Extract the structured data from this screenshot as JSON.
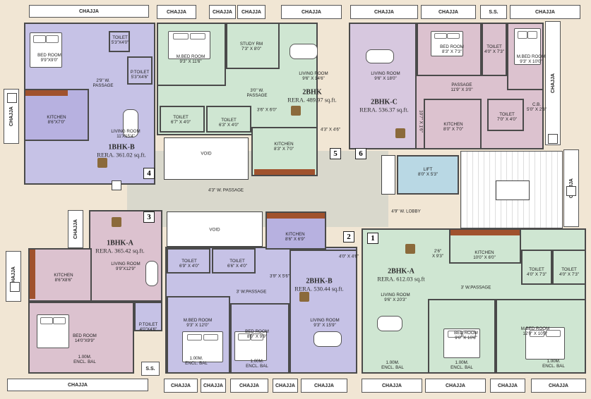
{
  "colors": {
    "background": "#f1e6d4",
    "lavender": "#c6c2e6",
    "green": "#cfe6d2",
    "pink": "#dcc2cf",
    "marble": "#d9d8cc",
    "lift": "#b9d8e4",
    "kitchen": "#b7b1e0"
  },
  "chajja": "CHAJJA",
  "ss": "S.S.",
  "void": "VOID",
  "passage_main": "4'3\" W. PASSAGE",
  "lobby": "4'9\" W. LOBBY",
  "lift": {
    "name": "LIFT",
    "dim": "8'0\" X 5'3\""
  },
  "units": {
    "u1": {
      "num": "1",
      "name": "2BHK-A",
      "rera": "RERA. 612.03 sq.ft"
    },
    "u2": {
      "num": "2",
      "name": "2BHK-B",
      "rera": "RERA. 530.44 sq.ft."
    },
    "u3": {
      "num": "3",
      "name": "1BHK-A",
      "rera": "RERA. 365.42 sq.ft."
    },
    "u4": {
      "num": "4",
      "name": "1BHK-B",
      "rera": "RERA. 361.02 sq.ft."
    },
    "u5": {
      "num": "5",
      "name": "2BHK",
      "rera": "RERA. 489.97 sq.ft."
    },
    "u6": {
      "num": "6",
      "name": "2BHK-C",
      "rera": "RERA. 536.37 sq.ft."
    }
  },
  "rooms": {
    "r4_bed": {
      "name": "BED ROOM",
      "dim": "9'9\"X9'0\""
    },
    "r4_toilet": {
      "name": "TOILET",
      "dim": "5'3\"X4'0\""
    },
    "r4_ptoilet": {
      "name": "P.TOILET",
      "dim": "5'3\"X4'6\""
    },
    "r4_pass": {
      "name": "2'9\" W.",
      "dim": "PASSAGE"
    },
    "r4_kitchen": {
      "name": "KITCHEN",
      "dim": "8'6\"X7'0\""
    },
    "r4_living": {
      "name": "LIVING ROOM",
      "dim": "11'X15'4\""
    },
    "r5_mbed": {
      "name": "M.BED ROOM",
      "dim": "9'3\" X 11'6\""
    },
    "r5_study": {
      "name": "STUDY RM",
      "dim": "7'3\" X 8'0\""
    },
    "r5_living": {
      "name": "LIVING ROOM",
      "dim": "9'6\" X 14'6\""
    },
    "r5_pass": {
      "name": "3'0\" W.",
      "dim": "PASSAGE"
    },
    "r5_pass2": {
      "name": "3'6\" X 6'0\"",
      "dim": ""
    },
    "r5_toilet1": {
      "name": "TOILET",
      "dim": "6'7\" X 4'0\""
    },
    "r5_toilet2": {
      "name": "TOILET",
      "dim": "6'3\" X 4'0\""
    },
    "r5_pass3": {
      "name": "4'3\" X 4'6\"",
      "dim": ""
    },
    "r5_kitchen": {
      "name": "KITCHEN",
      "dim": "8'3\" X 7'0\""
    },
    "r6_living": {
      "name": "LIVING ROOM",
      "dim": "9'6\" X 18'0\""
    },
    "r6_bed": {
      "name": "BED ROOM",
      "dim": "8'3\" X 7'3\""
    },
    "r6_toilet": {
      "name": "TOILET",
      "dim": "4'0\" X 7'3\""
    },
    "r6_mbed": {
      "name": "M.BED ROOM",
      "dim": "9'3\" X 10'0\""
    },
    "r6_pass": {
      "name": "PASSAGE",
      "dim": "11'9\" X 3'0\""
    },
    "r6_kitchen": {
      "name": "KITCHEN",
      "dim": "8'0\" X 7'0\""
    },
    "r6_toilet2": {
      "name": "TOILET",
      "dim": "7'0\" X 4'0\""
    },
    "r6_cb": {
      "name": "C.B.",
      "dim": "5'0\" X 2'3\""
    },
    "r6_side": {
      "name": "10'7\" X 1'6\"",
      "dim": ""
    },
    "r3_kitchen": {
      "name": "KITCHEN",
      "dim": "8'6\"X8'6\""
    },
    "r3_living": {
      "name": "LIVING ROOM",
      "dim": "9'9\"X12'9\""
    },
    "r3_bed": {
      "name": "BED ROOM",
      "dim": "14'0\"X9'9\""
    },
    "r3_ptoilet": {
      "name": "P.TOILET",
      "dim": "4'0\"X4'6\""
    },
    "r3_bal": {
      "name": "1.00M.",
      "dim": "ENCL. BAL"
    },
    "r2_kitchen": {
      "name": "KITCHEN",
      "dim": "8'6\" X 6'9\""
    },
    "r2_toilet1": {
      "name": "TOILET",
      "dim": "6'9\" X 4'0\""
    },
    "r2_toilet2": {
      "name": "TOILET",
      "dim": "6'6\" X 4'0\""
    },
    "r2_pass": {
      "name": "3' W.PASSAGE",
      "dim": ""
    },
    "r2_pass2": {
      "name": "3'9\" X 5'6\"",
      "dim": ""
    },
    "r2_pass3": {
      "name": "4'0\" X 4'6\"",
      "dim": ""
    },
    "r2_mbed": {
      "name": "M.BED ROOM",
      "dim": "9'3\" X 12'0\""
    },
    "r2_bed": {
      "name": "BED ROOM",
      "dim": "8'0\" X 9'9\""
    },
    "r2_living": {
      "name": "LIVING ROOM",
      "dim": "9'3\" X 15'9\""
    },
    "r2_bal1": {
      "name": "1.00M.",
      "dim": "ENCL. BAL"
    },
    "r2_bal2": {
      "name": "1.00M.",
      "dim": "ENCL. BAL"
    },
    "r1_kitchen": {
      "name": "KITCHEN",
      "dim": "10'0\" X 6'0\""
    },
    "r1_toilet1": {
      "name": "TOILET",
      "dim": "4'0\" X 7'3\""
    },
    "r1_toilet2": {
      "name": "TOILET",
      "dim": "4'0\" X 7'3\""
    },
    "r1_pass": {
      "name": "3' W.PASSAGE",
      "dim": ""
    },
    "r1_dim": {
      "name": "2'6\"",
      "dim": "X 9'3\""
    },
    "r1_living": {
      "name": "LIVING ROOM",
      "dim": "9'6\" X 20'3\""
    },
    "r1_bed": {
      "name": "BED ROOM",
      "dim": "9'0\" X 10'6\""
    },
    "r1_mbed": {
      "name": "M.BED ROOM",
      "dim": "12'0\" X 10'9\""
    },
    "r1_bal1": {
      "name": "1.00M.",
      "dim": "ENCL. BAL"
    },
    "r1_bal2": {
      "name": "1.00M.",
      "dim": "ENCL. BAL"
    },
    "r1_bal3": {
      "name": "1.00M.",
      "dim": "ENCL. BAL"
    }
  }
}
